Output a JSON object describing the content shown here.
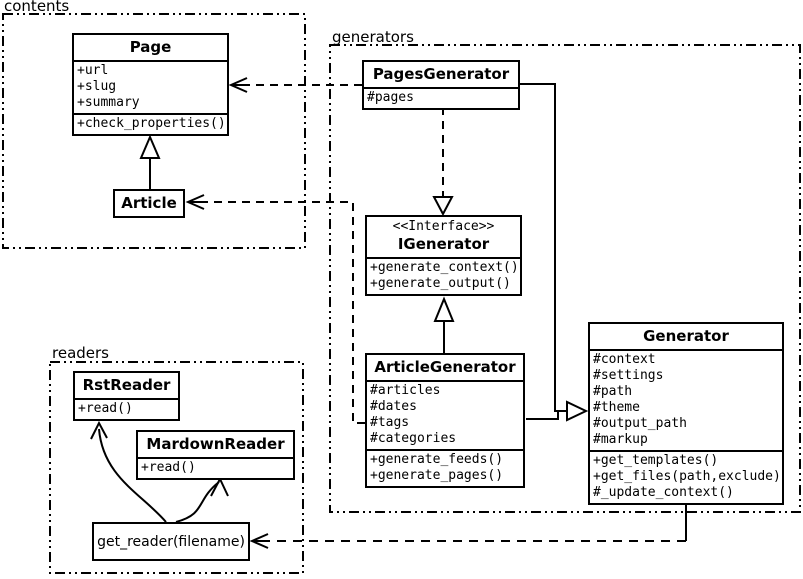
{
  "packages": {
    "contents": {
      "label": "contents"
    },
    "generators": {
      "label": "generators"
    },
    "readers": {
      "label": "readers"
    }
  },
  "classes": {
    "page": {
      "name": "Page",
      "attributes": [
        "+url",
        "+slug",
        "+summary"
      ],
      "methods": [
        "+check_properties()"
      ]
    },
    "article": {
      "name": "Article"
    },
    "pages_generator": {
      "name": "PagesGenerator",
      "attributes": [
        "#pages"
      ]
    },
    "igenerator": {
      "stereotype": "<<Interface>>",
      "name": "IGenerator",
      "methods": [
        "+generate_context()",
        "+generate_output()"
      ]
    },
    "article_generator": {
      "name": "ArticleGenerator",
      "attributes": [
        "#articles",
        "#dates",
        "#tags",
        "#categories"
      ],
      "methods": [
        "+generate_feeds()",
        "+generate_pages()"
      ]
    },
    "generator": {
      "name": "Generator",
      "attributes": [
        "#context",
        "#settings",
        "#path",
        "#theme",
        "#output_path",
        "#markup"
      ],
      "methods": [
        "+get_templates()",
        "+get_files(path,exclude)",
        "#_update_context()"
      ]
    },
    "rst_reader": {
      "name": "RstReader",
      "methods": [
        "+read()"
      ]
    },
    "mardown_reader": {
      "name": "MardownReader",
      "methods": [
        "+read()"
      ]
    },
    "get_reader": {
      "label": "get_reader(filename)"
    }
  },
  "colors": {
    "line": "#000000",
    "background": "#ffffff"
  }
}
